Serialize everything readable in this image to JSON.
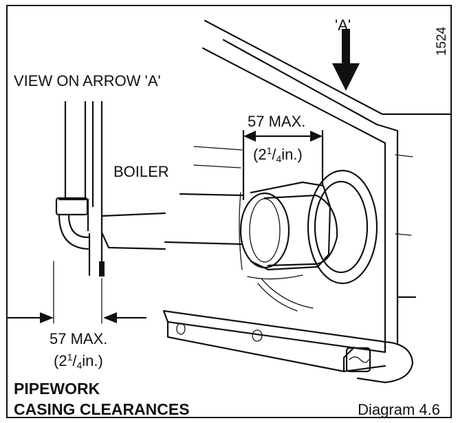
{
  "labels": {
    "arrow_a": "'A'",
    "view_on_arrow": "VIEW ON ARROW 'A'",
    "boiler": "BOILER",
    "clearance_right": {
      "value": "57 MAX.",
      "imperial_open": "(2",
      "imperial_sup": "1",
      "imperial_sub": "/",
      "imperial_den": "4",
      "imperial_close": "in.)"
    },
    "clearance_left": {
      "value": "57 MAX.",
      "imperial_open": "(2",
      "imperial_sup": "1",
      "imperial_sub": "/",
      "imperial_den": "4",
      "imperial_close": "in.)"
    },
    "caption_line1": "PIPEWORK",
    "caption_line2": "CASING CLEARANCES",
    "diagram_number": "Diagram 4.6",
    "figure_code": "1524"
  }
}
